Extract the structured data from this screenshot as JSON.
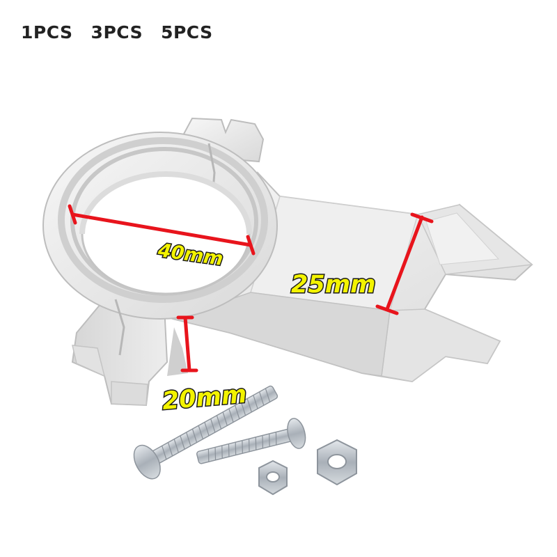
{
  "quantity_options": [
    {
      "label": "1PCS"
    },
    {
      "label": "3PCS"
    },
    {
      "label": "5PCS"
    }
  ],
  "product": {
    "dimensions": {
      "ring_diameter": "40mm",
      "arm_height": "25mm",
      "base_height": "20mm"
    },
    "colors": {
      "bracket": "#ececec",
      "dimension_line": "#e8141c",
      "dimension_text": "#f3f300",
      "hardware": "#b9bfc6"
    }
  }
}
